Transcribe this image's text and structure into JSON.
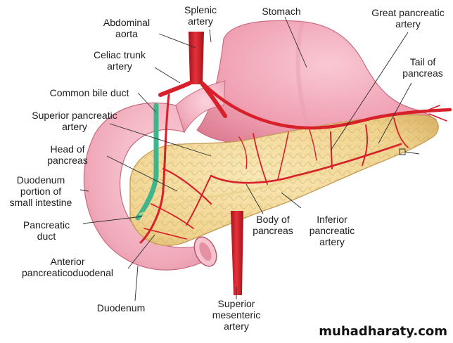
{
  "labels": {
    "abdominal_aorta": [
      "Abdominal",
      "aorta"
    ],
    "splenic_artery": [
      "Splenic",
      "artery"
    ],
    "stomach": [
      "Stomach"
    ],
    "great_pancreatic_artery": [
      "Great pancreatic",
      "artery"
    ],
    "celiac_trunk_artery": [
      "Celiac trunk",
      "artery"
    ],
    "tail_of_pancreas": [
      "Tail of",
      "pancreas"
    ],
    "common_bile_duct": [
      "Common bile duct"
    ],
    "superior_pancreatic_artery": [
      "Superior pancreatic",
      "artery"
    ],
    "head_of_pancreas": [
      "Head of",
      "pancreas"
    ],
    "duodenum_portion": [
      "Duodenum",
      "portion of",
      "small intestine"
    ],
    "pancreatic_duct": [
      "Pancreatic",
      "duct"
    ],
    "body_of_pancreas": [
      "Body of",
      "pancreas"
    ],
    "inferior_pancreatic_artery": [
      "Inferior",
      "pancreatic",
      "artery"
    ],
    "anterior_pancreaticoduodenal": [
      "Anterior",
      "pancreaticoduodenal"
    ],
    "duodenum": [
      "Duodenum"
    ],
    "superior_mesenteric_artery": [
      "Superior",
      "mesenteric",
      "artery"
    ]
  },
  "watermark": "muhadharaty.com",
  "colors": {
    "artery": "#d8202a",
    "artery_dark": "#a3121b",
    "stomach": "#f2a7b6",
    "stomach_shade": "#d97a8e",
    "pancreas": "#f3dc9a",
    "pancreas_shade": "#d9b66a",
    "bile_duct": "#3fb58c",
    "leader": "#2a2a2a"
  }
}
